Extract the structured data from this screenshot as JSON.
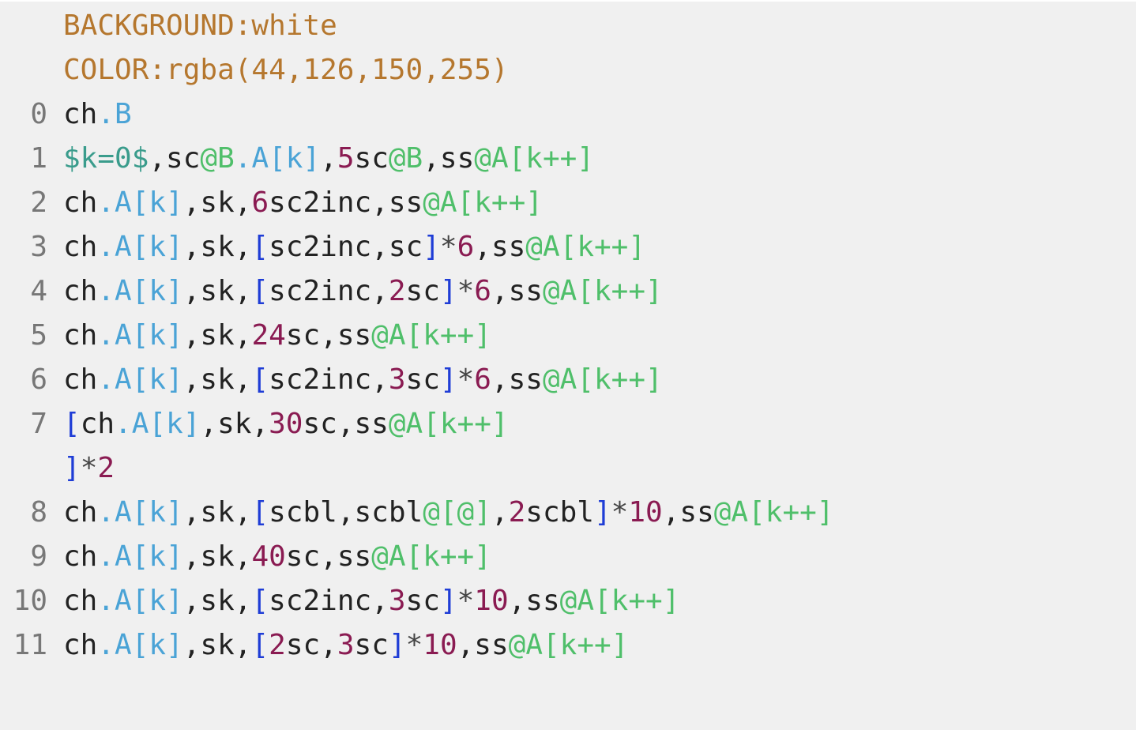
{
  "colors": {
    "background": "#f0f0f0",
    "header": "#b5772e",
    "plain": "#222222",
    "ref": "#4aa3d6",
    "number": "#8a1b52",
    "at": "#4fbf6a",
    "variable": "#3a9c8c",
    "bracket": "#1f3dd6",
    "gutter": "#777777"
  },
  "lines": [
    {
      "gutter": "",
      "tokens": [
        {
          "t": "BACKGROUND:white",
          "c": "header"
        }
      ]
    },
    {
      "gutter": "",
      "tokens": [
        {
          "t": "COLOR:rgba(44,126,150,255)",
          "c": "header"
        }
      ]
    },
    {
      "gutter": "0",
      "tokens": [
        {
          "t": "ch",
          "c": "plain"
        },
        {
          "t": ".B",
          "c": "ref"
        }
      ]
    },
    {
      "gutter": "1",
      "tokens": [
        {
          "t": "$k=0$",
          "c": "var"
        },
        {
          "t": ",sc",
          "c": "plain"
        },
        {
          "t": "@B",
          "c": "at"
        },
        {
          "t": ".A[k]",
          "c": "ref"
        },
        {
          "t": ",",
          "c": "plain"
        },
        {
          "t": "5",
          "c": "num"
        },
        {
          "t": "sc",
          "c": "plain"
        },
        {
          "t": "@B",
          "c": "at"
        },
        {
          "t": ",ss",
          "c": "plain"
        },
        {
          "t": "@A[k++]",
          "c": "at"
        }
      ]
    },
    {
      "gutter": "2",
      "tokens": [
        {
          "t": "ch",
          "c": "plain"
        },
        {
          "t": ".A[k]",
          "c": "ref"
        },
        {
          "t": ",sk,",
          "c": "plain"
        },
        {
          "t": "6",
          "c": "num"
        },
        {
          "t": "sc2inc,ss",
          "c": "plain"
        },
        {
          "t": "@A[k++]",
          "c": "at"
        }
      ]
    },
    {
      "gutter": "3",
      "tokens": [
        {
          "t": "ch",
          "c": "plain"
        },
        {
          "t": ".A[k]",
          "c": "ref"
        },
        {
          "t": ",sk,",
          "c": "plain"
        },
        {
          "t": "[",
          "c": "bracket"
        },
        {
          "t": "sc2inc,sc",
          "c": "plain"
        },
        {
          "t": "]",
          "c": "bracket"
        },
        {
          "t": "*",
          "c": "op"
        },
        {
          "t": "6",
          "c": "num"
        },
        {
          "t": ",ss",
          "c": "plain"
        },
        {
          "t": "@A[k++]",
          "c": "at"
        }
      ]
    },
    {
      "gutter": "4",
      "tokens": [
        {
          "t": "ch",
          "c": "plain"
        },
        {
          "t": ".A[k]",
          "c": "ref"
        },
        {
          "t": ",sk,",
          "c": "plain"
        },
        {
          "t": "[",
          "c": "bracket"
        },
        {
          "t": "sc2inc,",
          "c": "plain"
        },
        {
          "t": "2",
          "c": "num"
        },
        {
          "t": "sc",
          "c": "plain"
        },
        {
          "t": "]",
          "c": "bracket"
        },
        {
          "t": "*",
          "c": "op"
        },
        {
          "t": "6",
          "c": "num"
        },
        {
          "t": ",ss",
          "c": "plain"
        },
        {
          "t": "@A[k++]",
          "c": "at"
        }
      ]
    },
    {
      "gutter": "5",
      "tokens": [
        {
          "t": "ch",
          "c": "plain"
        },
        {
          "t": ".A[k]",
          "c": "ref"
        },
        {
          "t": ",sk,",
          "c": "plain"
        },
        {
          "t": "24",
          "c": "num"
        },
        {
          "t": "sc,ss",
          "c": "plain"
        },
        {
          "t": "@A[k++]",
          "c": "at"
        }
      ]
    },
    {
      "gutter": "6",
      "tokens": [
        {
          "t": "ch",
          "c": "plain"
        },
        {
          "t": ".A[k]",
          "c": "ref"
        },
        {
          "t": ",sk,",
          "c": "plain"
        },
        {
          "t": "[",
          "c": "bracket"
        },
        {
          "t": "sc2inc,",
          "c": "plain"
        },
        {
          "t": "3",
          "c": "num"
        },
        {
          "t": "sc",
          "c": "plain"
        },
        {
          "t": "]",
          "c": "bracket"
        },
        {
          "t": "*",
          "c": "op"
        },
        {
          "t": "6",
          "c": "num"
        },
        {
          "t": ",ss",
          "c": "plain"
        },
        {
          "t": "@A[k++]",
          "c": "at"
        }
      ]
    },
    {
      "gutter": "7",
      "tokens": [
        {
          "t": "[",
          "c": "bracket"
        },
        {
          "t": "ch",
          "c": "plain"
        },
        {
          "t": ".A[k]",
          "c": "ref"
        },
        {
          "t": ",sk,",
          "c": "plain"
        },
        {
          "t": "30",
          "c": "num"
        },
        {
          "t": "sc,ss",
          "c": "plain"
        },
        {
          "t": "@A[k++]",
          "c": "at"
        }
      ]
    },
    {
      "gutter": "",
      "tokens": [
        {
          "t": "]",
          "c": "bracket"
        },
        {
          "t": "*",
          "c": "op"
        },
        {
          "t": "2",
          "c": "num"
        }
      ]
    },
    {
      "gutter": "8",
      "tokens": [
        {
          "t": "ch",
          "c": "plain"
        },
        {
          "t": ".A[k]",
          "c": "ref"
        },
        {
          "t": ",sk,",
          "c": "plain"
        },
        {
          "t": "[",
          "c": "bracket"
        },
        {
          "t": "scbl,scbl",
          "c": "plain"
        },
        {
          "t": "@[@]",
          "c": "at"
        },
        {
          "t": ",",
          "c": "plain"
        },
        {
          "t": "2",
          "c": "num"
        },
        {
          "t": "scbl",
          "c": "plain"
        },
        {
          "t": "]",
          "c": "bracket"
        },
        {
          "t": "*",
          "c": "op"
        },
        {
          "t": "10",
          "c": "num"
        },
        {
          "t": ",ss",
          "c": "plain"
        },
        {
          "t": "@A[k++]",
          "c": "at"
        }
      ]
    },
    {
      "gutter": "9",
      "tokens": [
        {
          "t": "ch",
          "c": "plain"
        },
        {
          "t": ".A[k]",
          "c": "ref"
        },
        {
          "t": ",sk,",
          "c": "plain"
        },
        {
          "t": "40",
          "c": "num"
        },
        {
          "t": "sc,ss",
          "c": "plain"
        },
        {
          "t": "@A[k++]",
          "c": "at"
        }
      ]
    },
    {
      "gutter": "10",
      "tokens": [
        {
          "t": "ch",
          "c": "plain"
        },
        {
          "t": ".A[k]",
          "c": "ref"
        },
        {
          "t": ",sk,",
          "c": "plain"
        },
        {
          "t": "[",
          "c": "bracket"
        },
        {
          "t": "sc2inc,",
          "c": "plain"
        },
        {
          "t": "3",
          "c": "num"
        },
        {
          "t": "sc",
          "c": "plain"
        },
        {
          "t": "]",
          "c": "bracket"
        },
        {
          "t": "*",
          "c": "op"
        },
        {
          "t": "10",
          "c": "num"
        },
        {
          "t": ",ss",
          "c": "plain"
        },
        {
          "t": "@A[k++]",
          "c": "at"
        }
      ]
    },
    {
      "gutter": "11",
      "tokens": [
        {
          "t": "ch",
          "c": "plain"
        },
        {
          "t": ".A[k]",
          "c": "ref"
        },
        {
          "t": ",sk,",
          "c": "plain"
        },
        {
          "t": "[",
          "c": "bracket"
        },
        {
          "t": "2",
          "c": "num"
        },
        {
          "t": "sc,",
          "c": "plain"
        },
        {
          "t": "3",
          "c": "num"
        },
        {
          "t": "sc",
          "c": "plain"
        },
        {
          "t": "]",
          "c": "bracket"
        },
        {
          "t": "*",
          "c": "op"
        },
        {
          "t": "10",
          "c": "num"
        },
        {
          "t": ",ss",
          "c": "plain"
        },
        {
          "t": "@A[k++]",
          "c": "at"
        }
      ]
    }
  ]
}
